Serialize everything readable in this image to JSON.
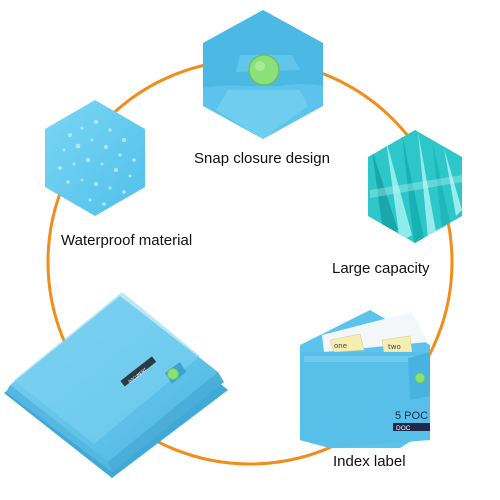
{
  "features": [
    {
      "id": "snap",
      "label": "Snap closure design"
    },
    {
      "id": "waterproof",
      "label": "Waterproof material"
    },
    {
      "id": "capacity",
      "label": "Large capacity"
    },
    {
      "id": "index",
      "label": "Index label"
    }
  ],
  "folder": {
    "brand_text": "DOCUMENT",
    "index_tabs": [
      "one",
      "two"
    ],
    "pocket_text": "5 POC",
    "doc_text": "DOC"
  },
  "colors": {
    "ring": "#f28c1a",
    "folder_blue": "#62c6ec",
    "folder_blue_dark": "#3aa9d8",
    "snap_green": "#8be07a",
    "capacity_teal": "#2ec7c9",
    "tab_yellow": "#f6edb2"
  }
}
